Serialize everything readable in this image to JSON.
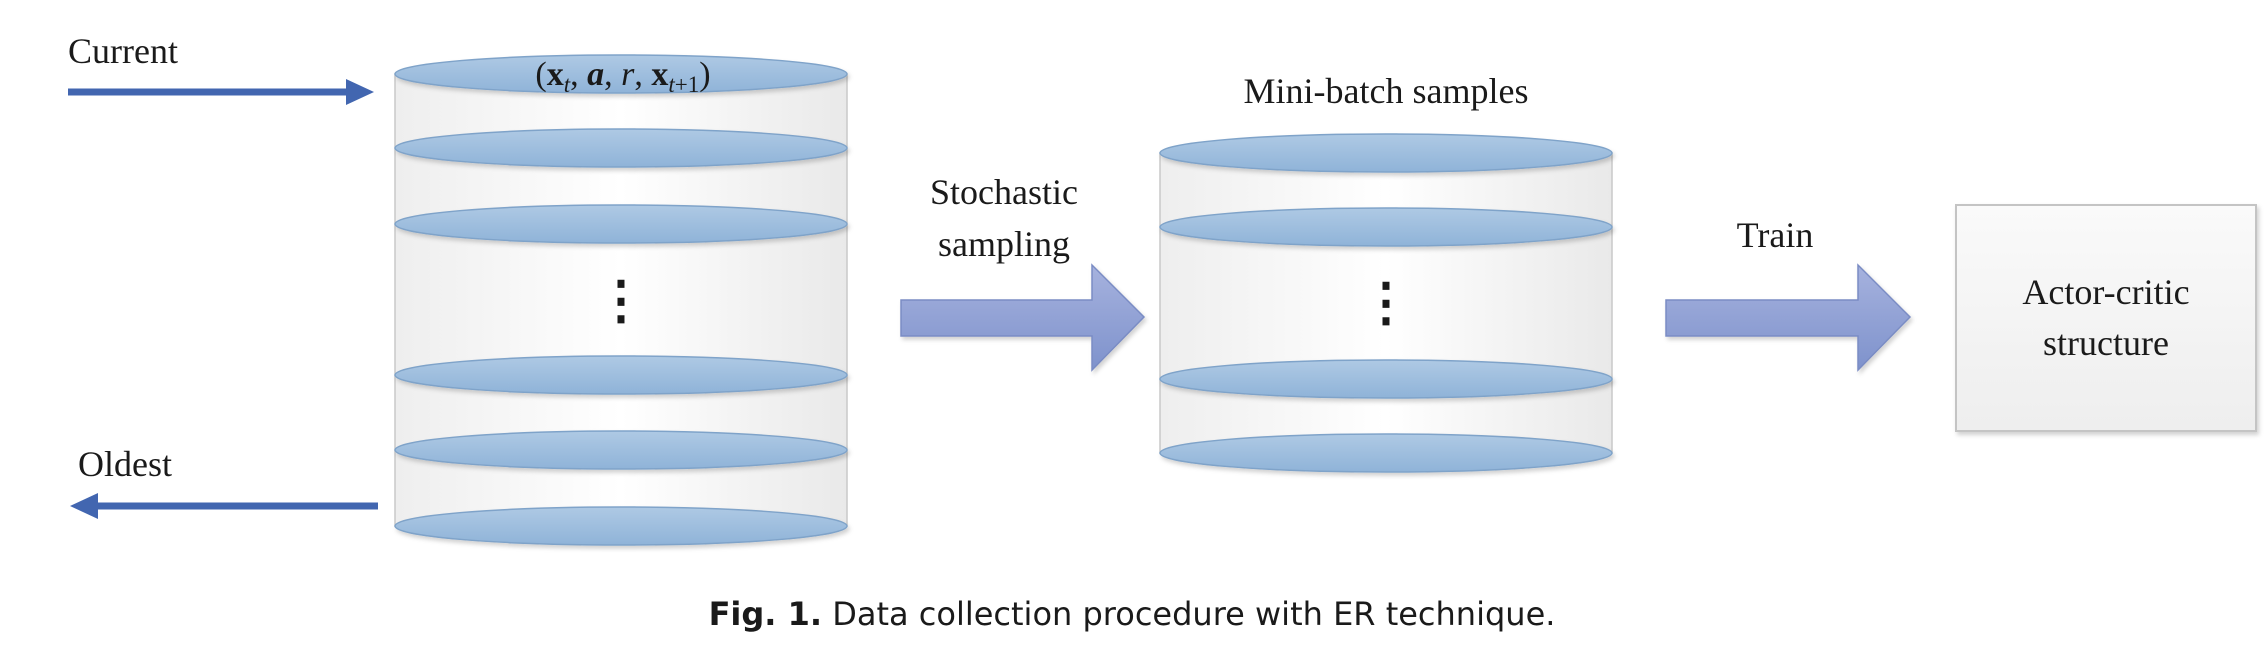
{
  "labels": {
    "current": "Current",
    "oldest": "Oldest",
    "tuple": "(x_t, a, r, x_{t+1})",
    "mini_batch": "Mini-batch samples",
    "stochastic_line1": "Stochastic",
    "stochastic_line2": "sampling",
    "train": "Train",
    "actor_critic_line1": "Actor-critic",
    "actor_critic_line2": "structure",
    "vdots": "⋮"
  },
  "caption": {
    "prefix": "Fig. 1.",
    "text": "Data collection procedure with ER technique."
  },
  "colors": {
    "ellipse_fill": "#9dbcdc",
    "ellipse_stroke": "#7fa3c9",
    "arrow_dark": "#4266b0",
    "arrow_block": "#8fa0d4",
    "box_fill": "#f4f4f4",
    "box_stroke": "#c8c8c8"
  }
}
